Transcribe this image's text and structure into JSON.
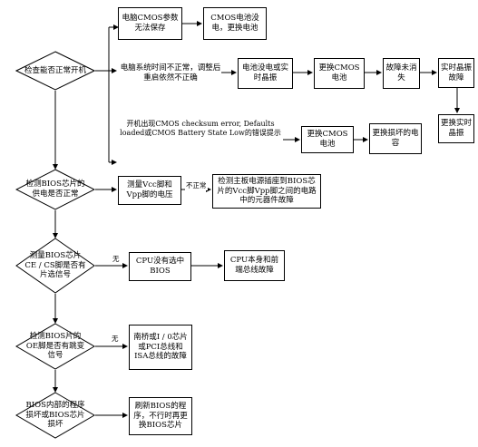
{
  "decisions": {
    "d1": "检查能否正常开机",
    "d2": "检测BIOS芯片的供电是否正常",
    "d3": "测量BIOS芯片CE / CS脚是否有片选信号",
    "d4": "检测BIOS片的OE脚是否有跳变信号",
    "d5": "BIOS内部的程序损坏或BIOS芯片损坏"
  },
  "boxes": {
    "cmos_param": "电脑CMOS参数无法保存",
    "cmos_battery_fix": "CMOS电池没电，更换电池",
    "time_text": "电脑系统时间不正常，调整后重启依然不正确",
    "battery_crystal": "电池没电或实时晶振",
    "replace_cmos_battery": "更换CMOS电池",
    "fault_persists": "故障未消失",
    "crystal_fault": "实时晶振故障",
    "replace_crystal": "更换实时晶振",
    "checksum_text": "开机出现CMOS checksum error, Defaults loaded或CMOS Battery State Low的错误提示",
    "replace_cmos_battery2": "更换CMOS电池",
    "replace_capacitor": "更换损坏的电容",
    "measure_vcc": "测量Vcc脚和Vpp脚的电压",
    "check_socket": "检测主板电源插座到BIOS芯片的Vcc脚Vpp脚之间的电路中的元器件故障",
    "cpu_no_select": "CPU没有选中BIOS",
    "cpu_bus_fault": "CPU本身和前端总线故障",
    "southbridge_fault": "南桥或I / 0芯片或PCI总线和ISA总线的故障",
    "reflash_bios": "刷新BIOS的程序，不行时再更换BIOS芯片"
  },
  "labels": {
    "abnormal": "不正常",
    "no1": "无",
    "no2": "无"
  }
}
